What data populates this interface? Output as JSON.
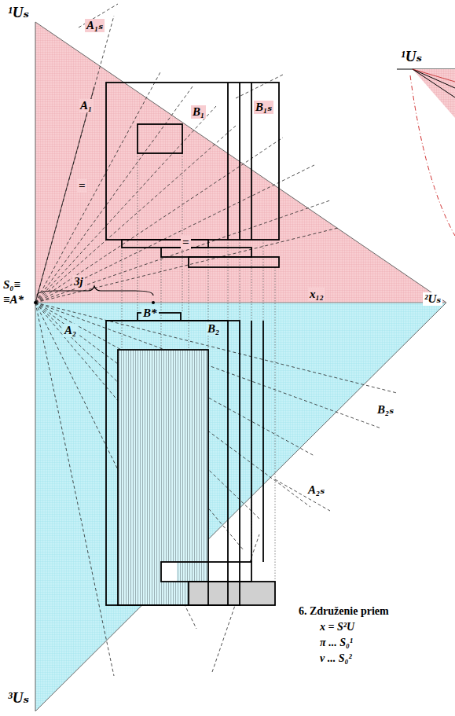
{
  "diagram": {
    "labels": [
      "¹Uₛ",
      "A₁ₛ",
      "B₁ₛ",
      "A₁",
      "B₁",
      "=",
      "=",
      "S₀≡",
      "≡A*",
      "3j",
      "B*",
      "x₁₂",
      "²Uₛ",
      "A₂",
      "B₂",
      "B₂ₛ",
      "A₂ₛ",
      "³Uₛ",
      "¹Uₛ",
      "6. Združenie priem",
      "x = S²U",
      "π ... S₀¹",
      "ν ... S₀²"
    ]
  }
}
